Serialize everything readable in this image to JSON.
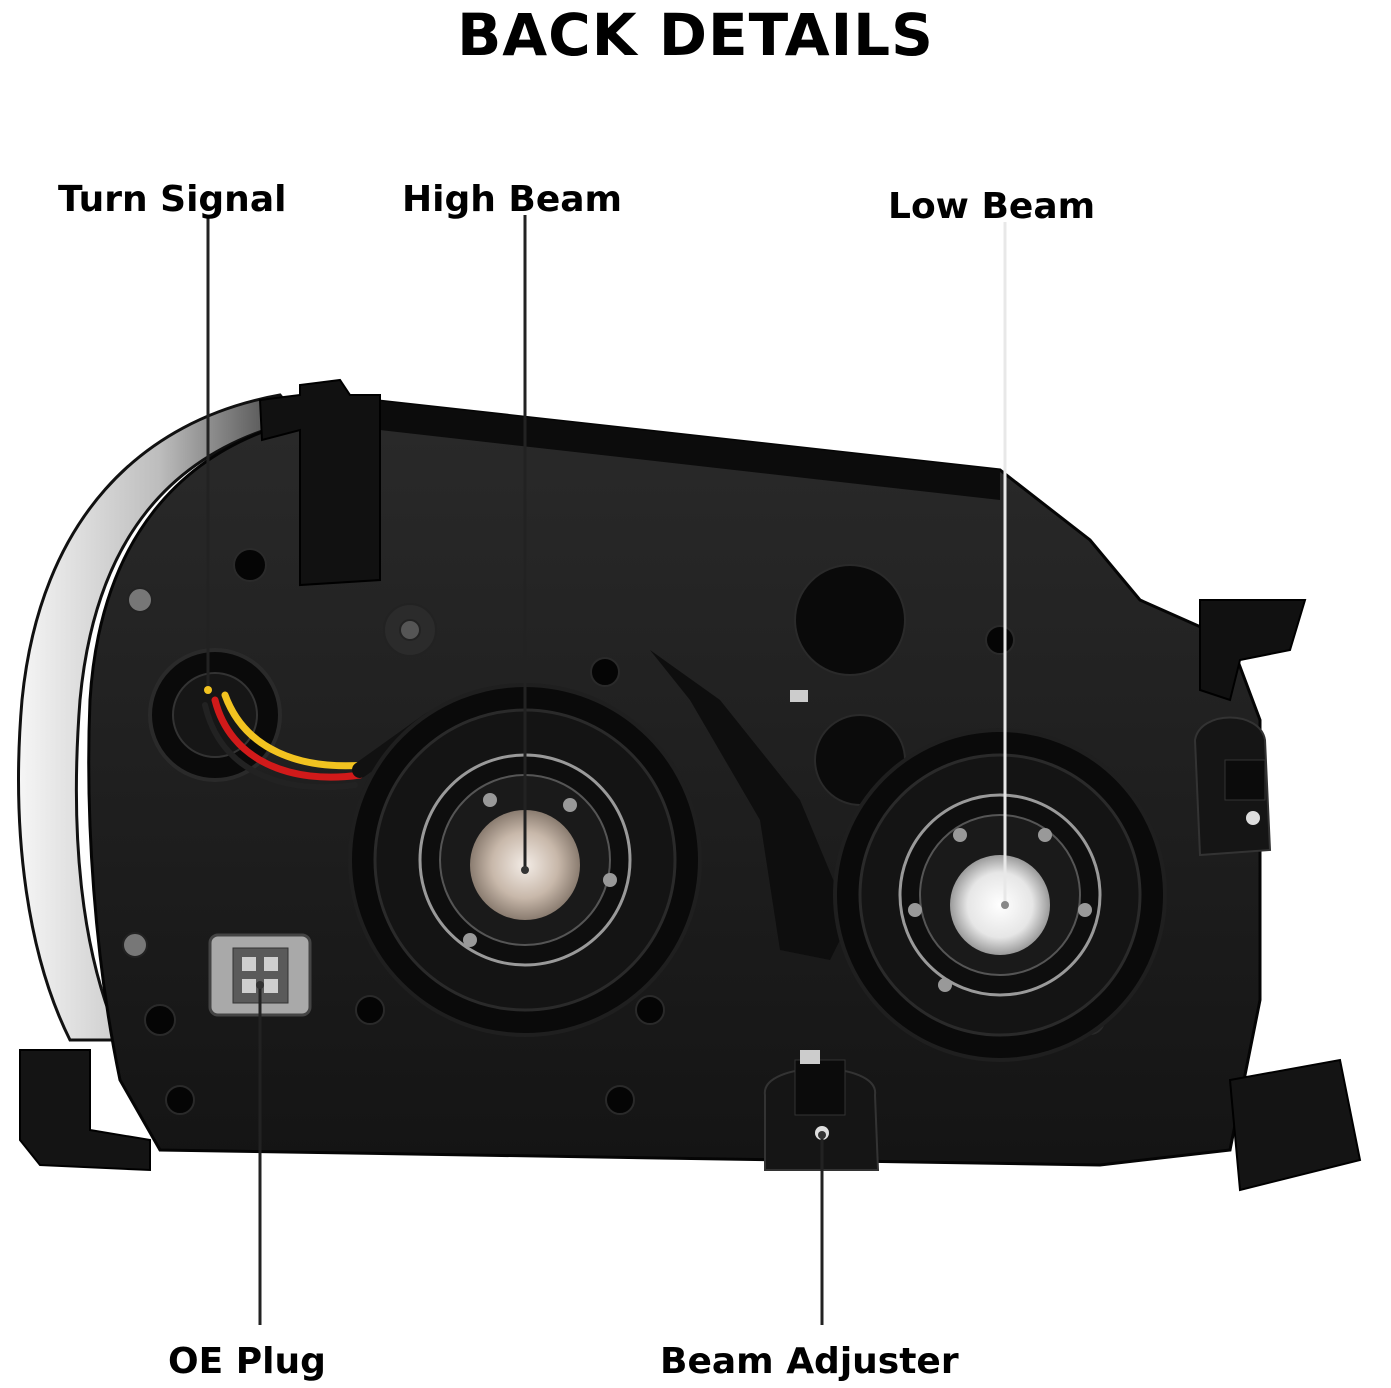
{
  "title": "BACK DETAILS",
  "callouts": {
    "turn_signal": "Turn Signal",
    "high_beam": "High Beam",
    "low_beam": "Low Beam",
    "oe_plug": "OE Plug",
    "beam_adjuster": "Beam Adjuster"
  },
  "colors": {
    "housing": "#1a1a1a",
    "housing_dark": "#0d0d0d",
    "chrome_lens": "#d8d8d8",
    "wire_red": "#d11a1a",
    "wire_yellow": "#f2c320",
    "plug_gray": "#a9a9a9"
  }
}
